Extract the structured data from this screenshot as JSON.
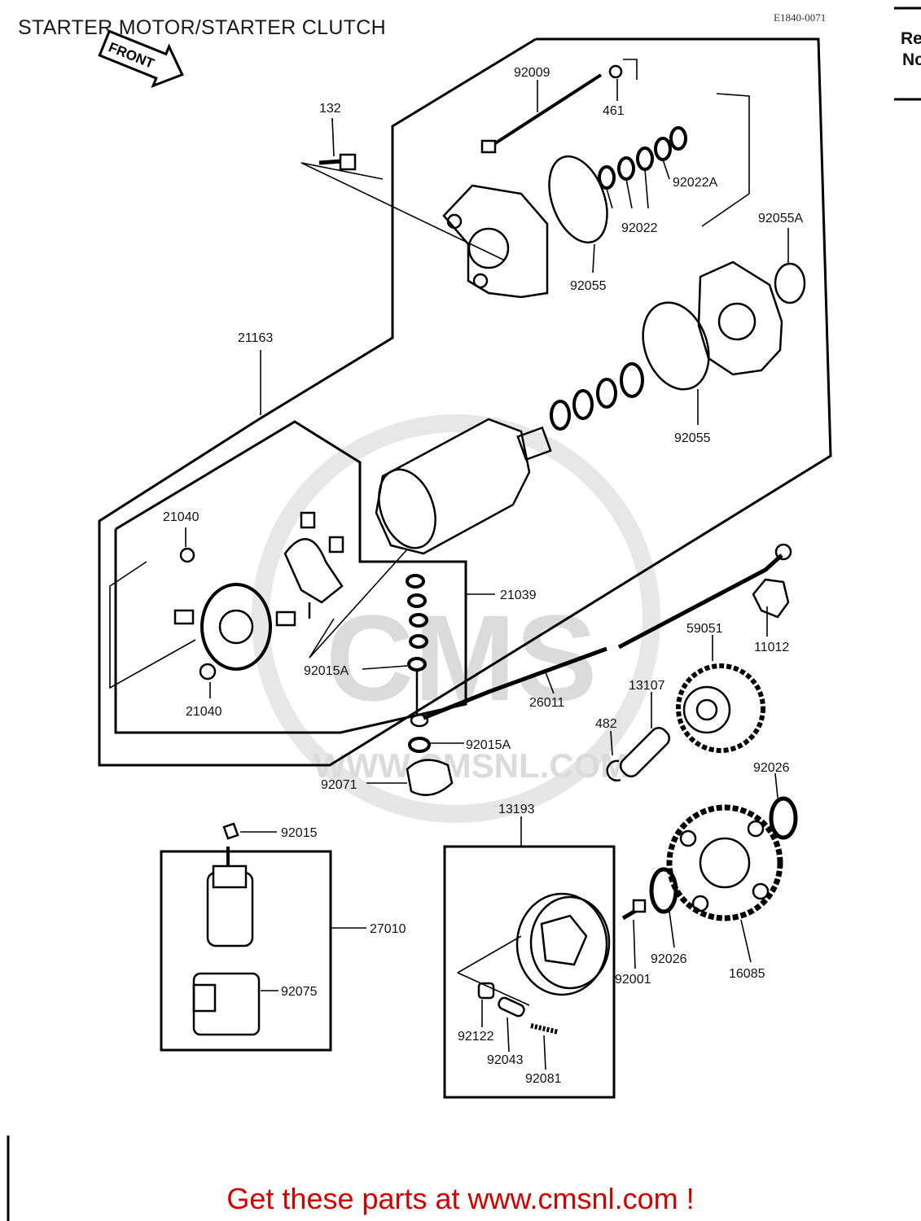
{
  "header": {
    "title": "STARTER MOTOR/STARTER CLUTCH",
    "diagram_code": "E1840-0071",
    "front_arrow_label": "FRONT",
    "side_text_1": "Re",
    "side_text_2": "Nc"
  },
  "parts": [
    {
      "id": "p-92009",
      "number": "92009"
    },
    {
      "id": "p-461",
      "number": "461"
    },
    {
      "id": "p-132",
      "number": "132"
    },
    {
      "id": "p-92022A",
      "number": "92022A"
    },
    {
      "id": "p-92022",
      "number": "92022"
    },
    {
      "id": "p-92055A",
      "number": "92055A"
    },
    {
      "id": "p-92055-top",
      "number": "92055"
    },
    {
      "id": "p-21163",
      "number": "21163"
    },
    {
      "id": "p-92055-mid",
      "number": "92055"
    },
    {
      "id": "p-21040-top",
      "number": "21040"
    },
    {
      "id": "p-21039",
      "number": "21039"
    },
    {
      "id": "p-59051",
      "number": "59051"
    },
    {
      "id": "p-11012",
      "number": "11012"
    },
    {
      "id": "p-92015A-top",
      "number": "92015A"
    },
    {
      "id": "p-13107",
      "number": "13107"
    },
    {
      "id": "p-26011",
      "number": "26011"
    },
    {
      "id": "p-21040-bottom",
      "number": "21040"
    },
    {
      "id": "p-482",
      "number": "482"
    },
    {
      "id": "p-92015A-bottom",
      "number": "92015A"
    },
    {
      "id": "p-92026-top",
      "number": "92026"
    },
    {
      "id": "p-92071",
      "number": "92071"
    },
    {
      "id": "p-13193",
      "number": "13193"
    },
    {
      "id": "p-92015",
      "number": "92015"
    },
    {
      "id": "p-27010",
      "number": "27010"
    },
    {
      "id": "p-92026-bottom",
      "number": "92026"
    },
    {
      "id": "p-16085",
      "number": "16085"
    },
    {
      "id": "p-92001",
      "number": "92001"
    },
    {
      "id": "p-92075",
      "number": "92075"
    },
    {
      "id": "p-92122",
      "number": "92122"
    },
    {
      "id": "p-92043",
      "number": "92043"
    },
    {
      "id": "p-92081",
      "number": "92081"
    }
  ],
  "watermark": {
    "logo": "CMS",
    "url": "WWW.CMSNL.COM"
  },
  "footer": {
    "text": "Get these parts at www.cmsnl.com !",
    "color": "#d40000"
  }
}
